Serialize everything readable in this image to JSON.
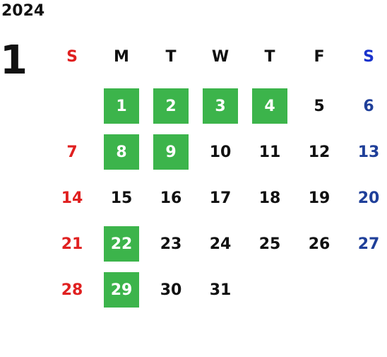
{
  "year": "2024",
  "month": "1",
  "weekdays": [
    "S",
    "M",
    "T",
    "W",
    "T",
    "F",
    "S"
  ],
  "colors": {
    "holiday_fill": "#3cb44b",
    "sunday": "#e02020",
    "saturday": "#1f3f99"
  },
  "weeks": [
    [
      {
        "day": "",
        "holiday": false
      },
      {
        "day": "1",
        "holiday": true
      },
      {
        "day": "2",
        "holiday": true
      },
      {
        "day": "3",
        "holiday": true
      },
      {
        "day": "4",
        "holiday": true
      },
      {
        "day": "5",
        "holiday": false
      },
      {
        "day": "6",
        "holiday": false
      }
    ],
    [
      {
        "day": "7",
        "holiday": false
      },
      {
        "day": "8",
        "holiday": true
      },
      {
        "day": "9",
        "holiday": true
      },
      {
        "day": "10",
        "holiday": false
      },
      {
        "day": "11",
        "holiday": false
      },
      {
        "day": "12",
        "holiday": false
      },
      {
        "day": "13",
        "holiday": false
      }
    ],
    [
      {
        "day": "14",
        "holiday": false
      },
      {
        "day": "15",
        "holiday": false
      },
      {
        "day": "16",
        "holiday": false
      },
      {
        "day": "17",
        "holiday": false
      },
      {
        "day": "18",
        "holiday": false
      },
      {
        "day": "19",
        "holiday": false
      },
      {
        "day": "20",
        "holiday": false
      }
    ],
    [
      {
        "day": "21",
        "holiday": false
      },
      {
        "day": "22",
        "holiday": true
      },
      {
        "day": "23",
        "holiday": false
      },
      {
        "day": "24",
        "holiday": false
      },
      {
        "day": "25",
        "holiday": false
      },
      {
        "day": "26",
        "holiday": false
      },
      {
        "day": "27",
        "holiday": false
      }
    ],
    [
      {
        "day": "28",
        "holiday": false
      },
      {
        "day": "29",
        "holiday": true
      },
      {
        "day": "30",
        "holiday": false
      },
      {
        "day": "31",
        "holiday": false
      },
      {
        "day": "",
        "holiday": false
      },
      {
        "day": "",
        "holiday": false
      },
      {
        "day": "",
        "holiday": false
      }
    ]
  ]
}
